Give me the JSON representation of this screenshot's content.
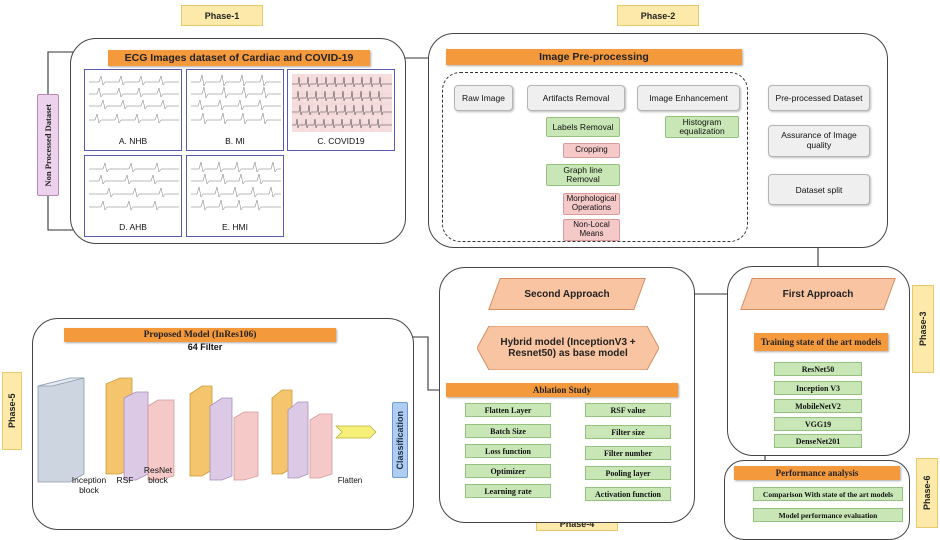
{
  "phases": {
    "p1": "Phase-1",
    "p2": "Phase-2",
    "p3": "Phase-3",
    "p4": "Phase-4",
    "p5": "Phase-5",
    "p6": "Phase-6"
  },
  "phase1": {
    "title": "ECG Images dataset of Cardiac and COVID-19",
    "side_label": "Non Processed Dataset",
    "images": [
      {
        "caption": "A. NHB"
      },
      {
        "caption": "B. MI"
      },
      {
        "caption": "C. COVID19"
      },
      {
        "caption": "D. AHB"
      },
      {
        "caption": "E. HMI"
      }
    ]
  },
  "phase2": {
    "title": "Image Pre-processing",
    "raw_image": "Raw Image",
    "artifacts_removal": "Artifacts Removal",
    "image_enhancement": "Image Enhancement",
    "preprocessed_dataset": "Pre-processed Dataset",
    "labels_removal": "Labels Removal",
    "cropping": "Cropping",
    "graph_line_removal": "Graph line Removal",
    "morphological": "Morphological Operations",
    "non_local_means": "Non-Local Means",
    "histogram": "Histogram equalization",
    "assurance": "Assurance of Image quality",
    "dataset_split": "Dataset split"
  },
  "phase3": {
    "first_approach": "First Approach",
    "training_title": "Training state of the art models",
    "models": [
      "ResNet50",
      "Inception V3",
      "MobileNetV2",
      "VGG19",
      "DenseNet201"
    ]
  },
  "phase4": {
    "second_approach": "Second Approach",
    "hybrid": "Hybrid model (InceptionV3 + Resnet50) as  base model",
    "ablation_title": "Ablation Study",
    "left_items": [
      "Flatten Layer",
      "Batch Size",
      "Loss function",
      "Optimizer",
      "Learning rate"
    ],
    "right_items": [
      "RSF value",
      "Filter size",
      "Filter number",
      "Pooling layer",
      "Activation function"
    ]
  },
  "phase5": {
    "title": "Proposed Model (InRes106)",
    "filter_label": "64 Filter",
    "inception_block": "Inception block",
    "rsf": "RSF",
    "resnet_block": "ResNet block",
    "flatten": "Flatten",
    "classification": "Classification"
  },
  "phase6": {
    "title": "Performance analysis",
    "items": [
      "Comparison With state of the art models",
      "Model performance evaluation"
    ]
  },
  "colors": {
    "orange_bar": "#f59a3c",
    "green_box": "#c9e6b6",
    "pink_box": "#f6c9c9",
    "phase_tag": "#fde9a9",
    "approach_shape": "#f9c4a1",
    "classification_box": "#aecdf0"
  }
}
